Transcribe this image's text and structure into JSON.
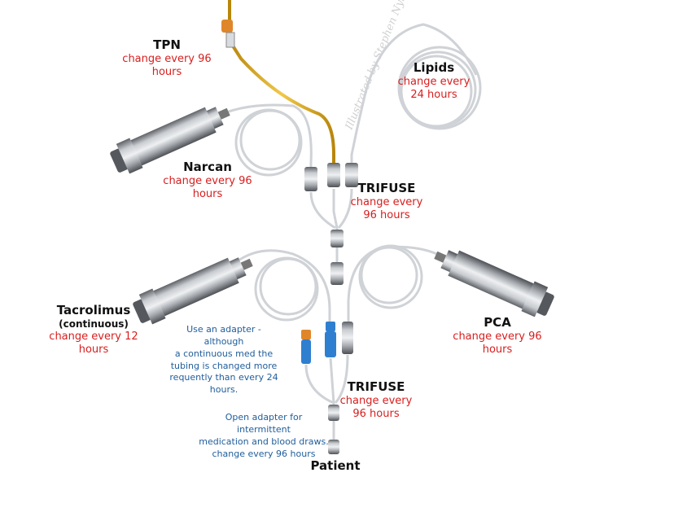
{
  "watermark": "Illustrated by Stephen Nyborg",
  "labels": {
    "tpn": {
      "title": "TPN",
      "note": "change every 96 hours"
    },
    "lipids": {
      "title": "Lipids",
      "note_line1": "change every",
      "note_line2": "24 hours"
    },
    "narcan": {
      "title": "Narcan",
      "note": "change every 96 hours"
    },
    "trifuse_top": {
      "title": "TRIFUSE",
      "note_line1": "change every",
      "note_line2": "96 hours"
    },
    "tacrolimus": {
      "title": "Tacrolimus",
      "subtitle": "(continuous)",
      "note": "change every 12 hours"
    },
    "adapter_note": {
      "line1": "Use an adapter - although",
      "line2": "a continuous med the",
      "line3": "tubing is changed more",
      "line4": "requently than every 24",
      "line5": "hours."
    },
    "pca": {
      "title": "PCA",
      "note": "change every 96 hours"
    },
    "trifuse_bottom": {
      "title": "TRIFUSE",
      "note_line1": "change every",
      "note_line2": "96 hours"
    },
    "open_adapter_note": {
      "line1": "Open adapter for intermittent",
      "line2": "medication and blood draws.",
      "line3": "change every 96 hours"
    },
    "patient": {
      "title": "Patient"
    }
  },
  "colors": {
    "title": "#111111",
    "interval_red": "#d81e1e",
    "note_blue": "#1f5d9c",
    "tpn_line": "#d4a21c",
    "tubing": "#cfd2d6",
    "syringe_metal": "#8a8e93",
    "port_blue": "#2f7fd0",
    "port_orange": "#e0862a"
  }
}
